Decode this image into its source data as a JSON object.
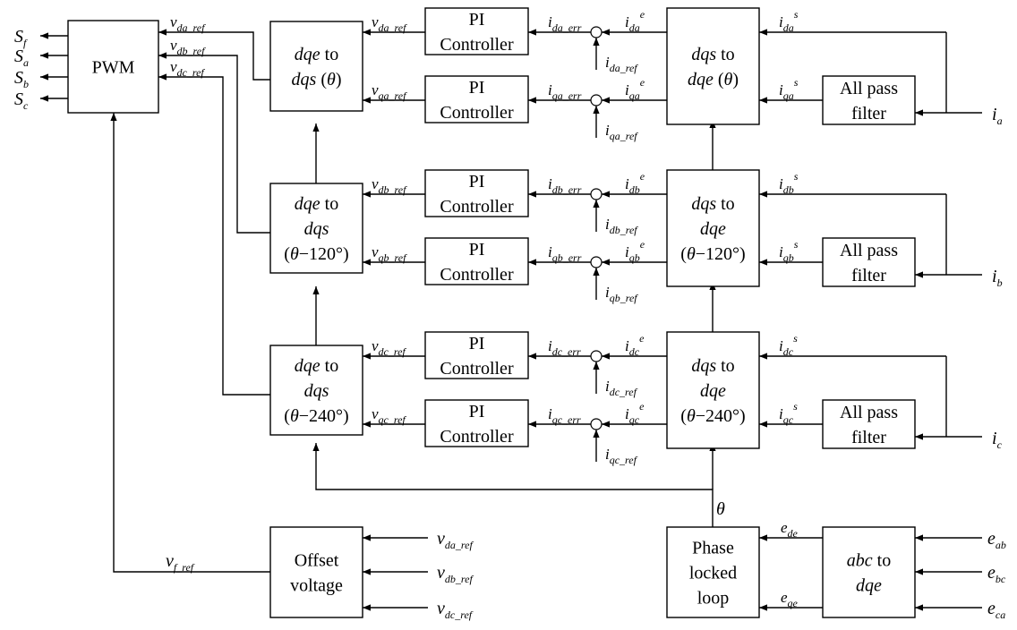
{
  "blocks": {
    "pwm": "PWM",
    "pi": [
      "PI",
      "Controller"
    ],
    "ref_a": [
      "dqe to",
      "dqs (θ)"
    ],
    "ref_b": [
      "dqe to",
      "dqs",
      "(θ−120°)"
    ],
    "ref_c": [
      "dqe to",
      "dqs",
      "(θ−240°)"
    ],
    "fwd_a": [
      "dqs to",
      "dqe (θ)"
    ],
    "fwd_b": [
      "dqs to",
      "dqe",
      "(θ−120°)"
    ],
    "fwd_c": [
      "dqs to",
      "dqe",
      "(θ−240°)"
    ],
    "apf": [
      "All pass",
      "filter"
    ],
    "offset": [
      "Offset",
      "voltage"
    ],
    "pll": [
      "Phase",
      "locked",
      "loop"
    ],
    "abc": [
      "abc to",
      "dqe"
    ]
  },
  "signals": {
    "pwm_out": [
      [
        "S",
        "f"
      ],
      [
        "S",
        "a"
      ],
      [
        "S",
        "b"
      ],
      [
        "S",
        "c"
      ]
    ],
    "phase_in": [
      [
        "i",
        "a"
      ],
      [
        "i",
        "b"
      ],
      [
        "i",
        "c"
      ]
    ],
    "theta": "θ",
    "v_f_ref": [
      "v",
      "f_ref"
    ],
    "offset_in": [
      [
        "v",
        "da_ref"
      ],
      [
        "v",
        "db_ref"
      ],
      [
        "v",
        "dc_ref"
      ]
    ],
    "e_in": [
      [
        "e",
        "ab"
      ],
      [
        "e",
        "bc"
      ],
      [
        "e",
        "ca"
      ]
    ],
    "e_de": [
      "e",
      "de"
    ],
    "e_qe": [
      "e",
      "qe"
    ],
    "phases": [
      {
        "v_d_pwm": [
          "v",
          "da_ref"
        ],
        "v_d": [
          "v",
          "da_ref"
        ],
        "v_q": [
          "v",
          "qa_ref"
        ],
        "i_d_err": [
          "i",
          "da_err"
        ],
        "i_q_err": [
          "i",
          "qa_err"
        ],
        "i_d_e": [
          "i",
          "da",
          "e"
        ],
        "i_q_e": [
          "i",
          "qa",
          "e"
        ],
        "i_d_ref": [
          "i",
          "da_ref"
        ],
        "i_q_ref": [
          "i",
          "qa_ref"
        ],
        "i_d_s": [
          "i",
          "da",
          "s"
        ],
        "i_q_s": [
          "i",
          "qa",
          "s"
        ]
      },
      {
        "v_d_pwm": [
          "v",
          "db_ref"
        ],
        "v_d": [
          "v",
          "db_ref"
        ],
        "v_q": [
          "v",
          "qb_ref"
        ],
        "i_d_err": [
          "i",
          "db_err"
        ],
        "i_q_err": [
          "i",
          "qb_err"
        ],
        "i_d_e": [
          "i",
          "db",
          "e"
        ],
        "i_q_e": [
          "i",
          "qb",
          "e"
        ],
        "i_d_ref": [
          "i",
          "db_ref"
        ],
        "i_q_ref": [
          "i",
          "qb_ref"
        ],
        "i_d_s": [
          "i",
          "db",
          "s"
        ],
        "i_q_s": [
          "i",
          "qb",
          "s"
        ]
      },
      {
        "v_d_pwm": [
          "v",
          "dc_ref"
        ],
        "v_d": [
          "v",
          "dc_ref"
        ],
        "v_q": [
          "v",
          "qc_ref"
        ],
        "i_d_err": [
          "i",
          "dc_err"
        ],
        "i_q_err": [
          "i",
          "qc_err"
        ],
        "i_d_e": [
          "i",
          "dc",
          "e"
        ],
        "i_q_e": [
          "i",
          "qc",
          "e"
        ],
        "i_d_ref": [
          "i",
          "dc_ref"
        ],
        "i_q_ref": [
          "i",
          "qc_ref"
        ],
        "i_d_s": [
          "i",
          "dc",
          "s"
        ],
        "i_q_s": [
          "i",
          "qc",
          "s"
        ]
      }
    ]
  }
}
